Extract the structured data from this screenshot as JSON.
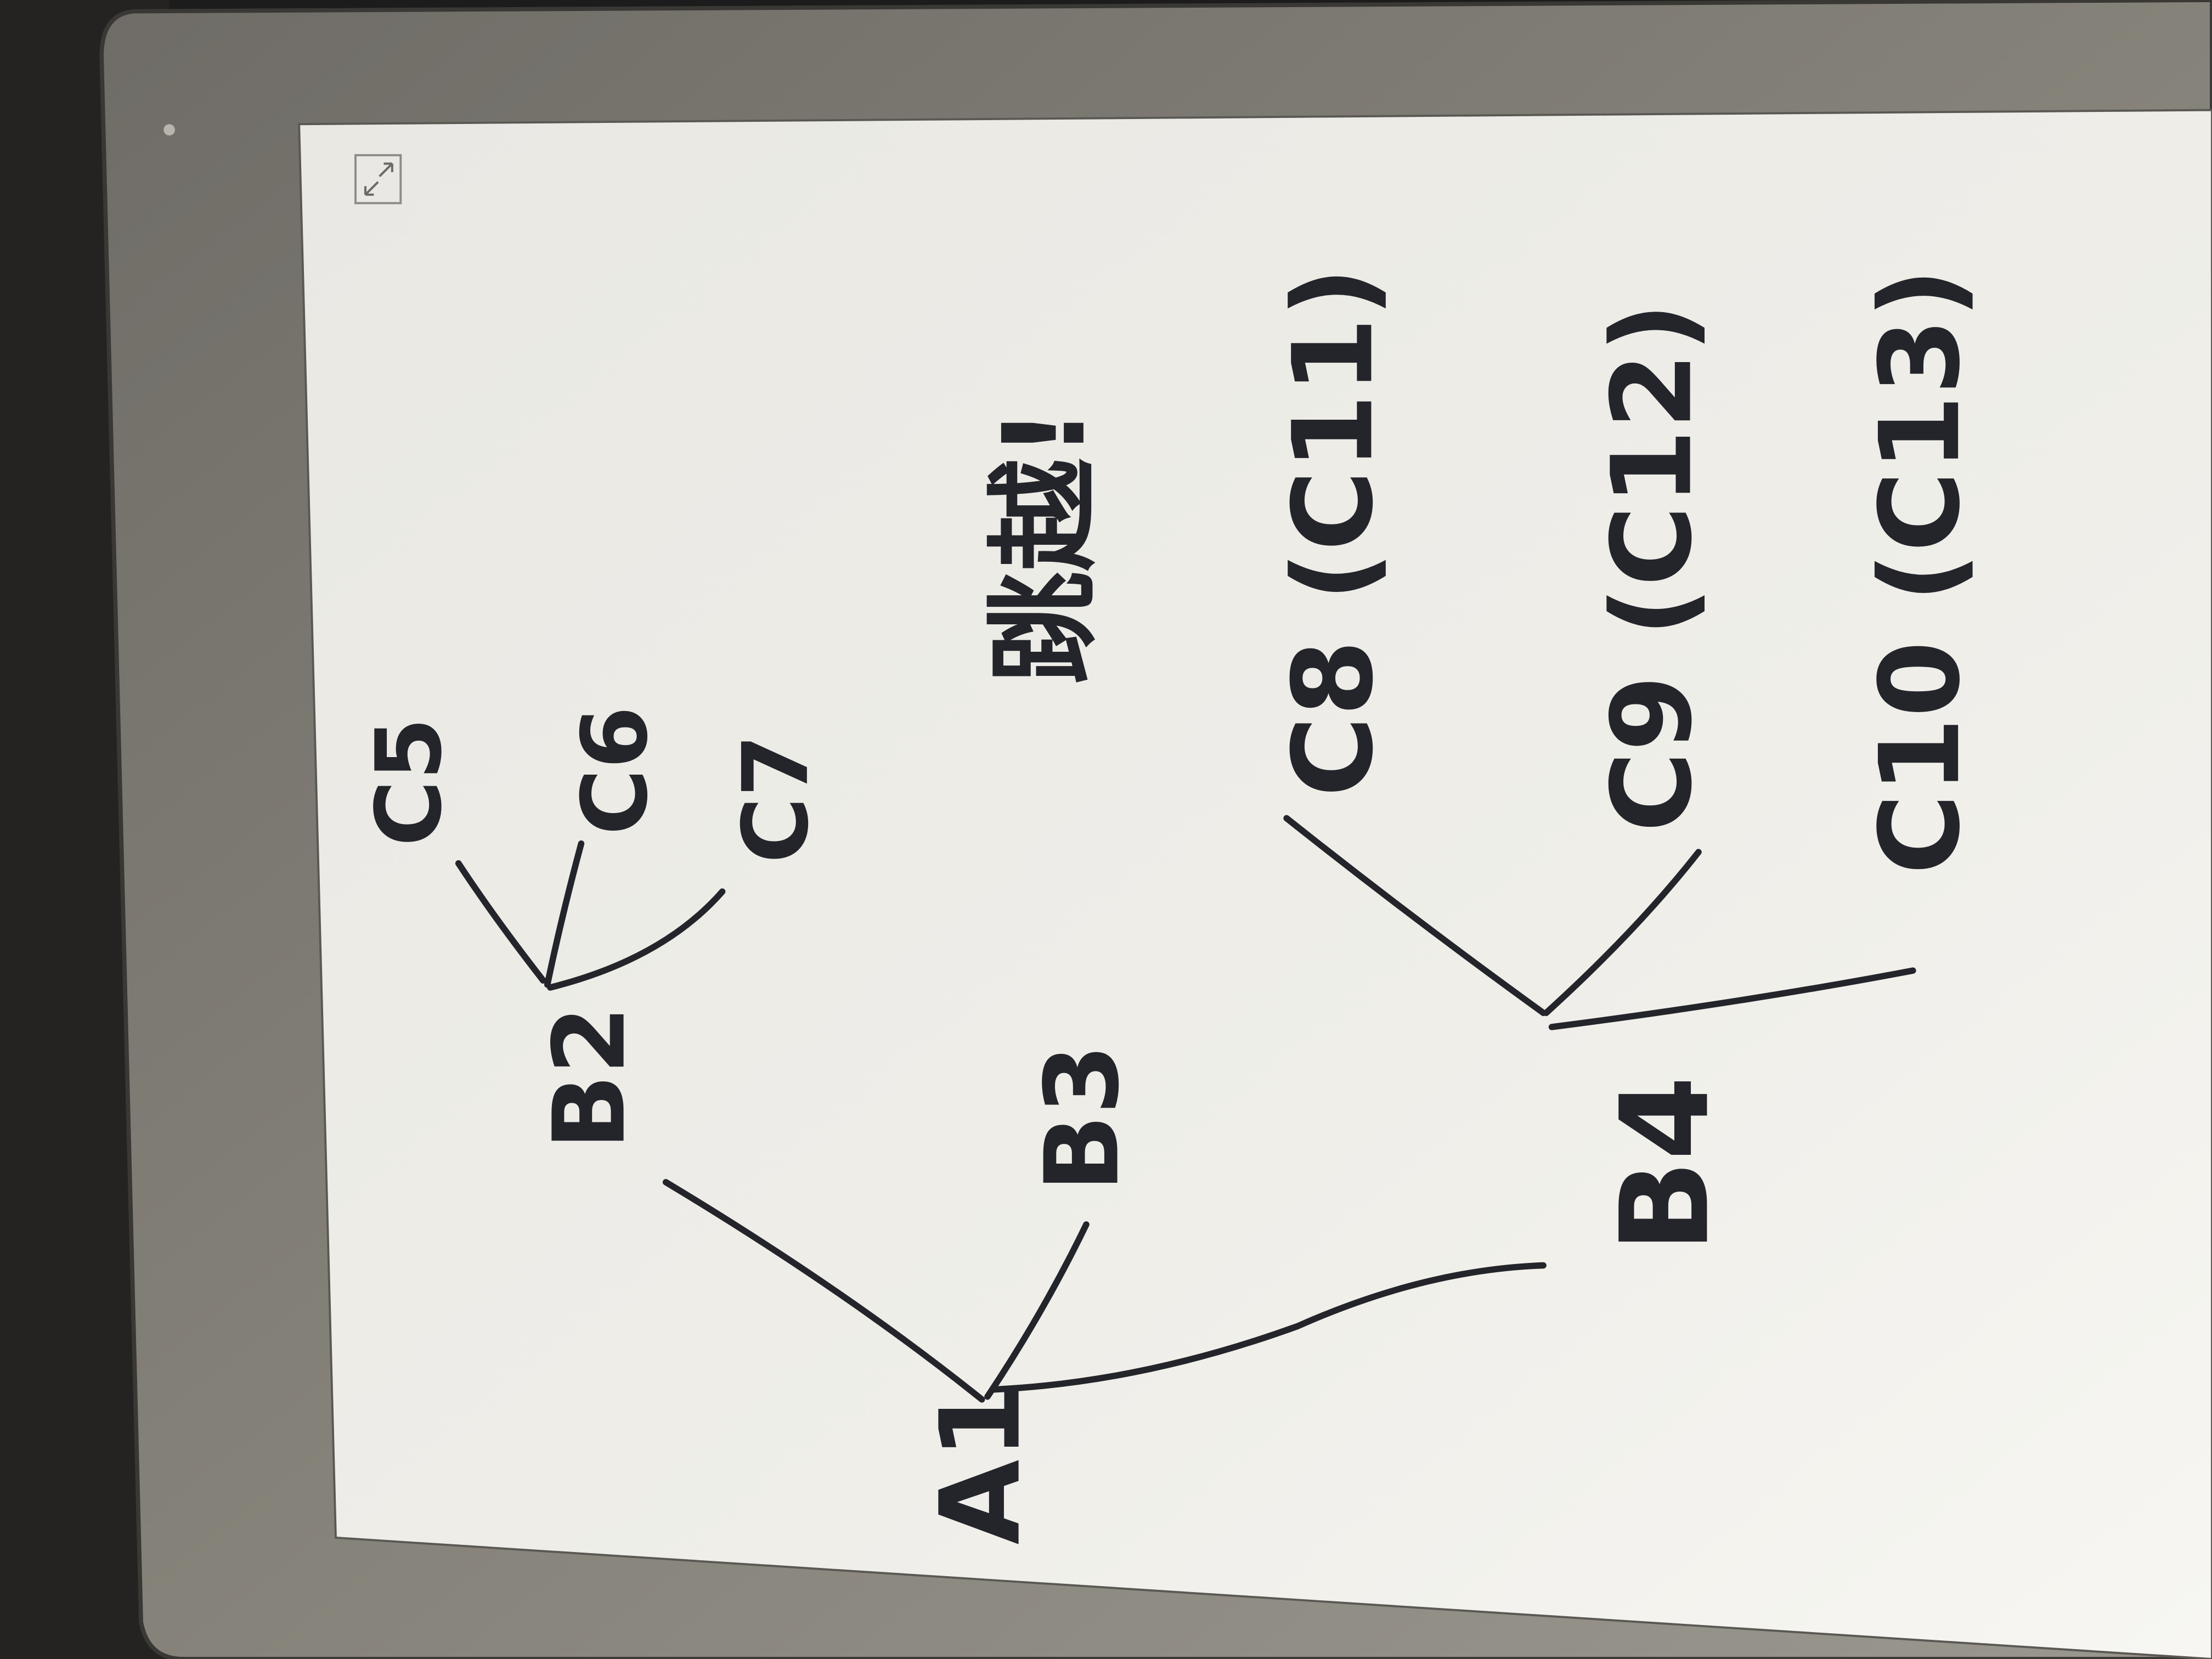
{
  "image": {
    "kind": "photo of an e-ink tablet showing a handwritten tree diagram",
    "rotation": "rotated 90 degrees counter-clockwise"
  },
  "screen": {
    "collapse_icon": "collapse-arrows-icon"
  },
  "colors": {
    "bezel": "#7e7b76",
    "bezel_edge": "#3a3835",
    "paper": "#efeee9",
    "ink": "#24252b",
    "desk": "#1c1c1c"
  },
  "tree": {
    "root": "A1",
    "level_b": [
      "B2",
      "B3",
      "B4"
    ],
    "b2_children": [
      "C5",
      "C6",
      "C7"
    ],
    "b4_children": [
      "C8 (C11)",
      "C9 (C12)",
      "C10 (C13)"
    ],
    "note": "跳越!"
  }
}
